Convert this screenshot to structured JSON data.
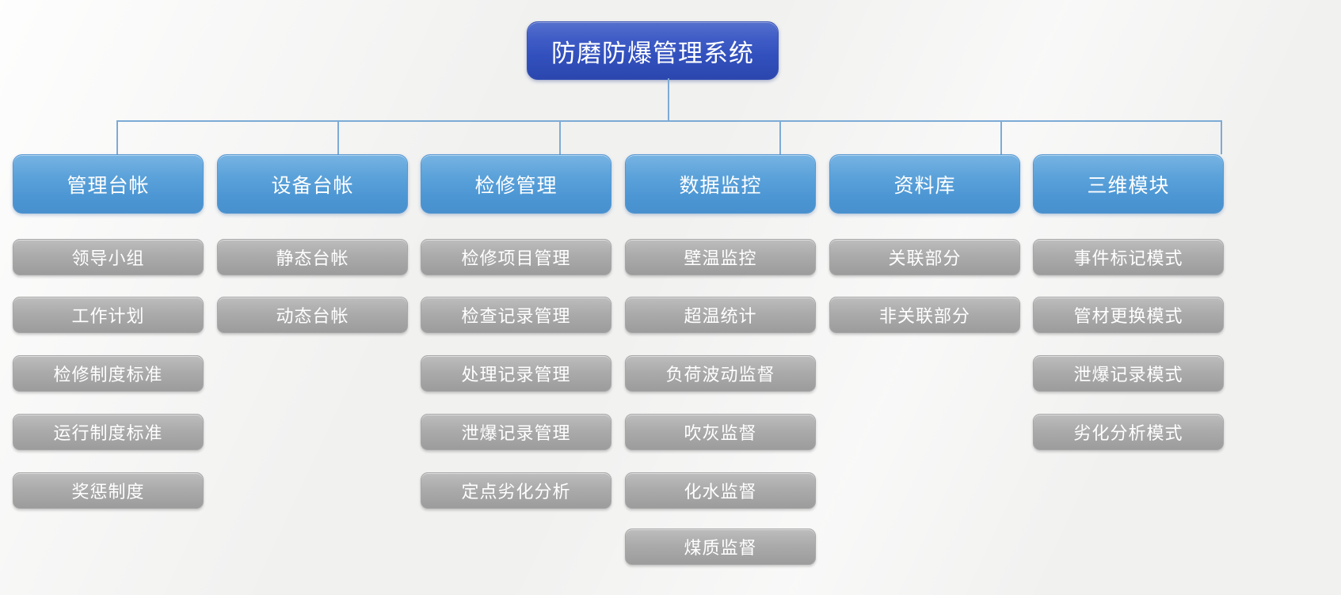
{
  "diagram": {
    "title": "防磨防爆管理系统",
    "columns": [
      {
        "label": "管理台帐",
        "children": [
          "领导小组",
          "工作计划",
          "检修制度标准",
          "运行制度标准",
          "奖惩制度"
        ]
      },
      {
        "label": "设备台帐",
        "children": [
          "静态台帐",
          "动态台帐"
        ]
      },
      {
        "label": "检修管理",
        "children": [
          "检修项目管理",
          "检查记录管理",
          "处理记录管理",
          "泄爆记录管理",
          "定点劣化分析"
        ]
      },
      {
        "label": "数据监控",
        "children": [
          "壁温监控",
          "超温统计",
          "负荷波动监督",
          "吹灰监督",
          "化水监督",
          "煤质监督"
        ]
      },
      {
        "label": "资料库",
        "children": [
          "关联部分",
          "非关联部分"
        ]
      },
      {
        "label": "三维模块",
        "children": [
          "事件标记模式",
          "管材更换模式",
          "泄爆记录模式",
          "劣化分析模式"
        ]
      }
    ],
    "colors": {
      "root_blue": "#3a57c2",
      "branch_blue": "#4f98d5",
      "leaf_gray": "#a5a5a5",
      "connector_line": "#7dabd6",
      "text": "#ffffff",
      "background": "#f1f1f0"
    }
  }
}
